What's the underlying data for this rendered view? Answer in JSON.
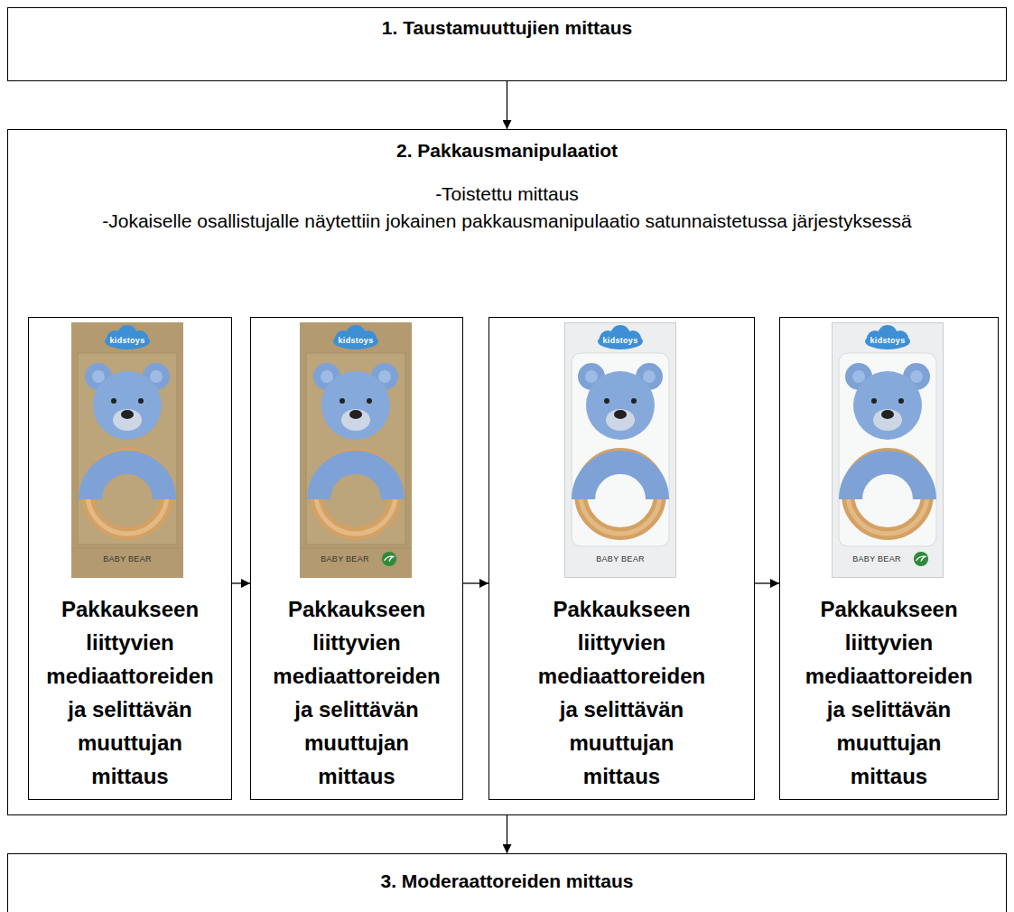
{
  "diagram": {
    "nodes": [
      {
        "text": [
          "1. Taustamuuttujien mittaus"
        ]
      },
      {
        "text": [
          "2. Pakkausmanipulaatiot",
          "-Toistettu mittaus",
          "-Jokaiselle osallistujalle näytettiin jokainen pakkausmanipulaatio satunnaistetussa järjestyksessä"
        ]
      },
      {
        "text": [
          "Pakkaukseen liittyvien mediaattoreiden ja selittävän muuttujan mittaus"
        ],
        "in": 1
      },
      {
        "text": [
          "Pakkaukseen liittyvien mediaattoreiden ja selittävän muuttujan mittaus"
        ],
        "in": 1
      },
      {
        "text": [
          "Pakkaukseen liittyvien mediaattoreiden ja selittävän muuttujan mittaus"
        ],
        "in": 1
      },
      {
        "text": [
          "Pakkaukseen liittyvien mediaattoreiden ja selittävän muuttujan mittaus"
        ],
        "in": 1
      },
      {
        "text": [
          "3. Moderaattoreiden mittaus"
        ]
      }
    ],
    "edges": [
      {
        "from": 0,
        "to": 1,
        "arrow": "to"
      },
      {
        "from": 2,
        "to": 3,
        "arrow": "to"
      },
      {
        "from": 3,
        "to": 4,
        "arrow": "to"
      },
      {
        "from": 4,
        "to": 5,
        "arrow": "to"
      },
      {
        "from": 1,
        "to": 6,
        "arrow": "to"
      }
    ],
    "labels": [
      "kidstoys",
      "BABY BEAR",
      "kidstoys",
      "BABY BEAR",
      "kidstoys",
      "BABY BEAR",
      "kidstoys",
      "BABY BEAR"
    ]
  }
}
